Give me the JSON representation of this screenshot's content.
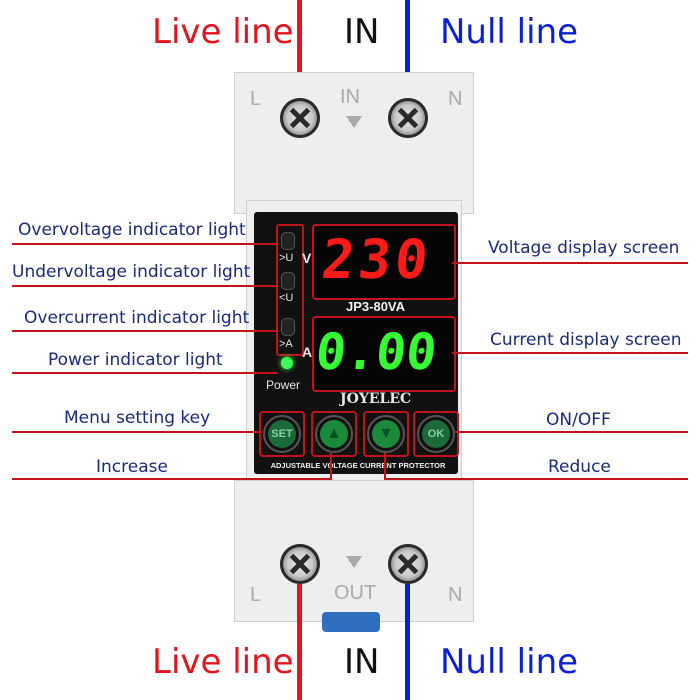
{
  "top_labels": {
    "live": "Live line",
    "in": "IN",
    "null": "Null line"
  },
  "bottom_labels": {
    "live": "Live line",
    "in": "IN",
    "null": "Null line"
  },
  "device": {
    "top_terminals": {
      "left": "L",
      "center": "IN",
      "right": "N"
    },
    "bottom_terminals": {
      "left": "L",
      "center": "OUT",
      "right": "N"
    },
    "model": "JP3-80VA",
    "brand": "JOYELEC",
    "voltage_reading": "230",
    "current_reading": "0.00",
    "voltage_unit": "V",
    "current_unit": "A",
    "indicator_labels": [
      ">U",
      "<U",
      ">A"
    ],
    "power_label": "Power",
    "buttons": [
      "SET",
      "▲",
      "▼",
      "OK"
    ],
    "footer": "ADJUSTABLE VOLTAGE CURRENT PROTECTOR"
  },
  "callouts_left": [
    "Overvoltage indicator light",
    "Undervoltage indicator light",
    "Overcurrent indicator light",
    "Power indicator light",
    "Menu setting key",
    "Increase"
  ],
  "callouts_right": [
    "Voltage display screen",
    "Current display screen",
    "ON/OFF",
    "Reduce"
  ],
  "colors": {
    "live": "#e2141e",
    "null": "#0a1fd6",
    "leader": "#c0131b",
    "callout_text": "#1a2a7a",
    "voltage_digits": "#ff1a1a",
    "current_digits": "#33ff33"
  }
}
